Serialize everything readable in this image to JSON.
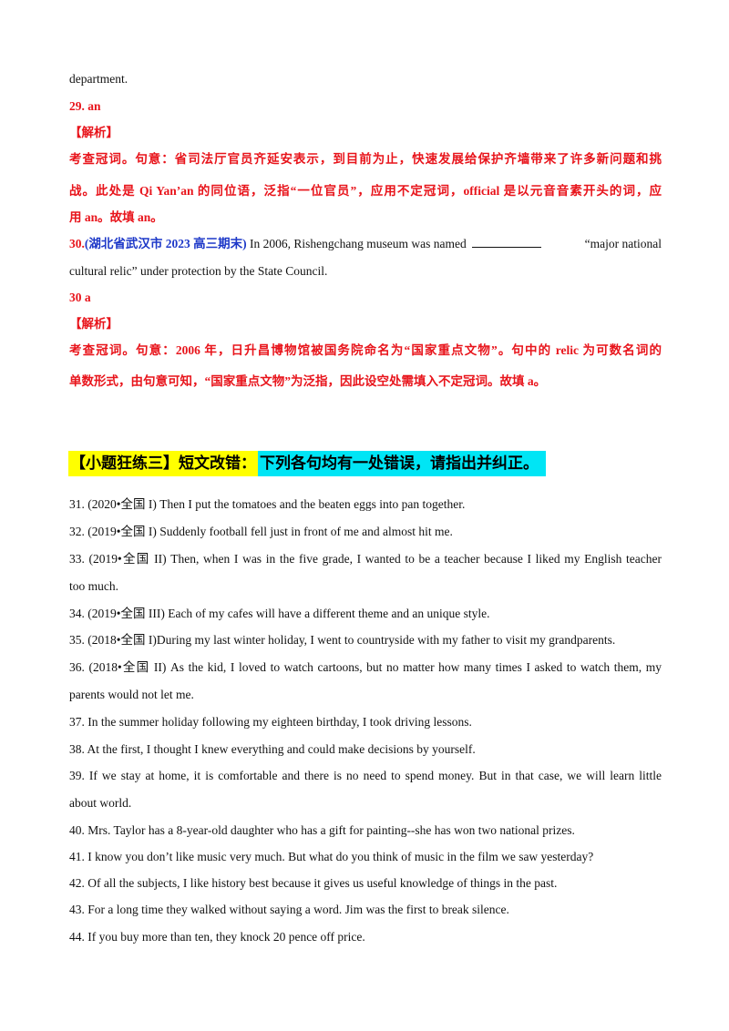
{
  "top_line": "department.",
  "q29": {
    "answer": "29. an",
    "analysis_label": "【解析】",
    "analysis_lines": [
      "考查冠词。句意：省司法厅官员齐延安表示，到目前为止，快速发展给保护齐墙带来了许多新问题和挑",
      "战。此处是 Qi Yan’an 的同位语，泛指“一位官员”，应用不定冠词，official 是以元音音素开头的词，应",
      "用 an。故填 an。"
    ]
  },
  "q30": {
    "number": "30.",
    "source": "(湖北省武汉市 2023 高三期末)",
    "text_before": " In 2006, Rishengchang museum was named",
    "text_after": "“major national",
    "text_line2": "cultural relic” under protection by the State Council.",
    "answer": "30 a",
    "analysis_label": "【解析】",
    "analysis_lines": [
      "考查冠词。句意：2006 年，日升昌博物馆被国务院命名为“国家重点文物”。句中的 relic 为可数名词的",
      "单数形式，由句意可知，“国家重点文物”为泛指，因此设空处需填入不定冠词。故填 a。"
    ]
  },
  "banner": {
    "part1": "【小题狂练三】短文改错：",
    "part2": "下列各句均有一处错误，请指出并纠正。"
  },
  "sentences": [
    "31. (2020•全国 I)  Then I put the tomatoes and the beaten eggs into pan together.",
    "32. (2019•全国 I) Suddenly football fell just in front of me and almost hit me.",
    "33. (2019•全国 II) Then, when I was in the five grade, I wanted to be a teacher because I liked my English teacher",
    "too much.",
    "34. (2019•全国 III) Each of my cafes will have a different theme and an unique style.",
    "35. (2018•全国 I)During my last winter holiday, I went to countryside with my father to visit my grandparents.",
    "36. (2018•全国 II) As the kid, I loved to watch cartoons, but no matter how many times I asked to watch them, my",
    "parents would not let me.",
    "37. In the summer holiday following my eighteen birthday, I took driving lessons.",
    "38. At the first, I thought I knew everything and could make decisions by yourself.",
    "39. If we stay at home, it is comfortable and there is no need to spend money. But in that case, we will learn little",
    "about world.",
    "40. Mrs. Taylor has a 8-year-old daughter who has a gift for painting--she has won two national prizes.",
    "41. I know you don’t like music very much. But what do you think of music in the film we saw yesterday?",
    "42. Of all the subjects, I like history best because it gives us useful knowledge of things in the past.",
    "43. For a long time they walked without saying a word. Jim was the first to break silence.",
    "44. If you buy more than ten, they knock 20 pence off price."
  ]
}
